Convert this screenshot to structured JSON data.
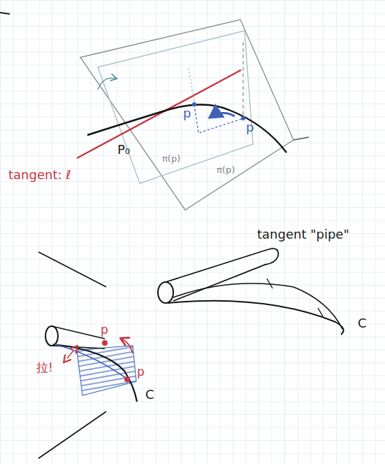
{
  "diagram": {
    "labels": [
      "p",
      "p",
      "P₀",
      "π(p)",
      "tangent: ℓ",
      "π(p)",
      "tangent \"pipe\"",
      "C",
      "p",
      "拉!",
      "p",
      "C"
    ]
  }
}
